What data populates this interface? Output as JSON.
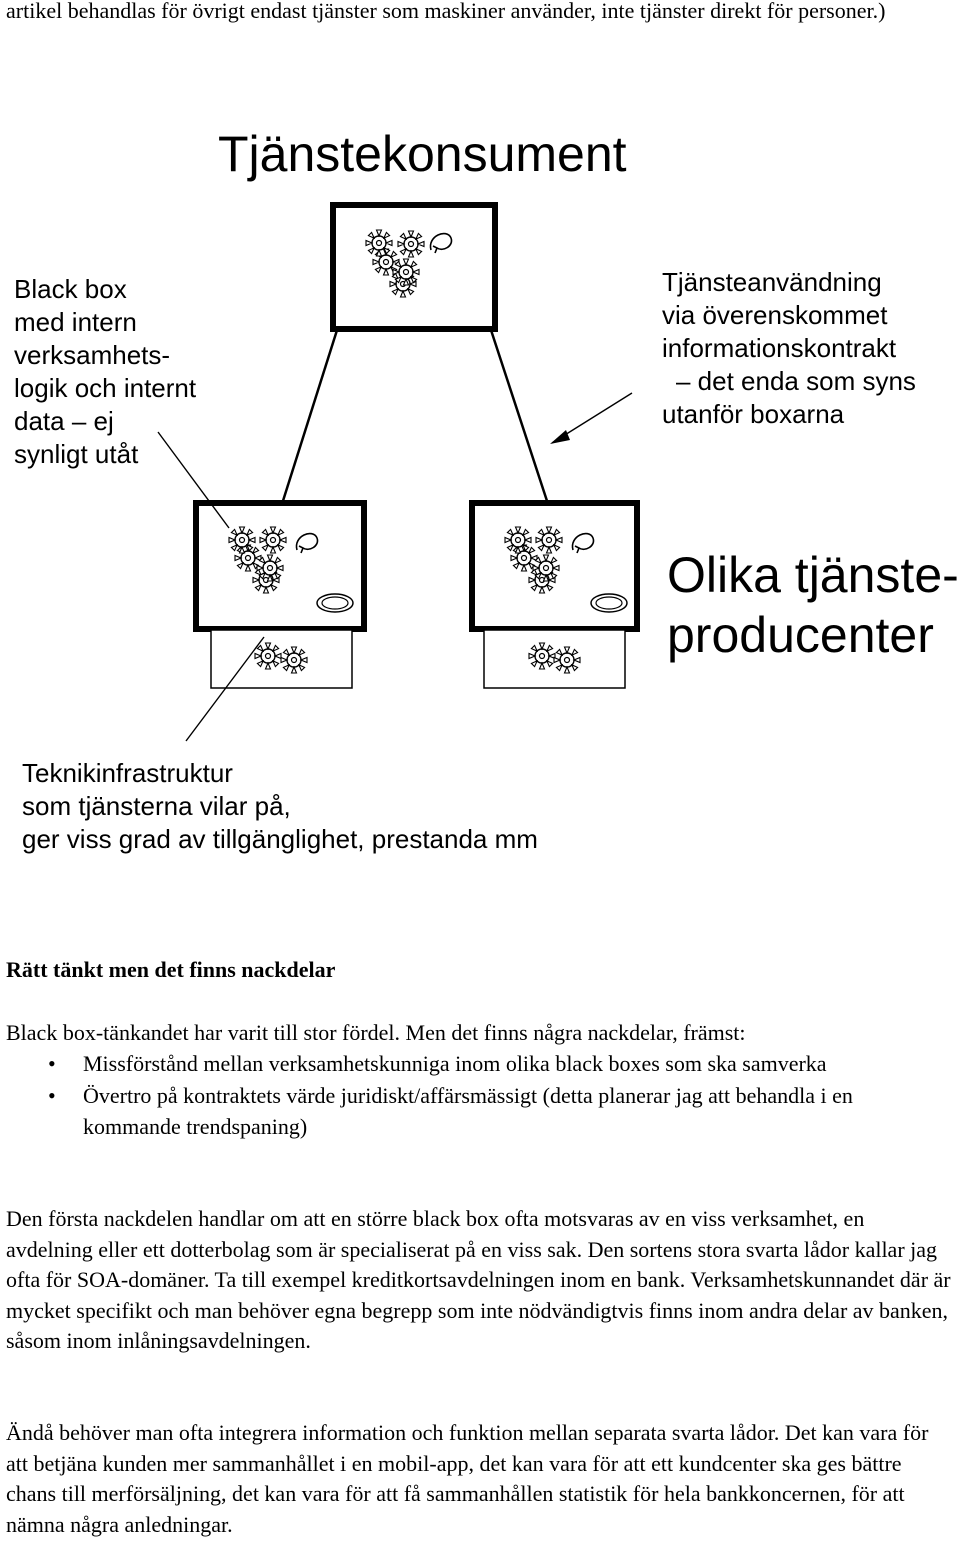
{
  "intro_text": "artikel behandlas för övrigt endast tjänster som maskiner använder, inte tjänster direkt för personer.)",
  "diagram": {
    "title": "Tjänstekonsument",
    "left_note": [
      "Black box",
      "med intern",
      "verksamhets-",
      "logik och internt",
      "data – ej",
      "synligt utåt"
    ],
    "right_note": [
      "Tjänsteanvändning",
      "via överenskommet",
      "informationskontrakt",
      "– det enda som syns",
      "utanför boxarna"
    ],
    "producers_label": [
      "Olika tjänste-",
      "producenter"
    ],
    "infra_note": [
      "Teknikinfrastruktur",
      "som tjänsterna vilar på,",
      "ger viss grad av tillgänglighet, prestanda mm"
    ]
  },
  "section_heading": "Rätt tänkt men det finns nackdelar",
  "paragraph1": "Black box-tänkandet har varit till stor fördel. Men det finns några nackdelar, främst:",
  "bullets": [
    "Missförstånd mellan verksamhetskunniga inom olika black boxes som ska samverka",
    "Övertro på kontraktets värde juridiskt/affärsmässigt (detta planerar jag att behandla i en kommande trendspaning)"
  ],
  "paragraph2": "Den första nackdelen handlar om att en större black box ofta motsvaras av en viss verksamhet, en avdelning eller ett dotterbolag som är specialiserat på en viss sak. Den sortens stora svarta lådor kallar jag ofta för SOA-domäner. Ta till exempel kreditkortsavdelningen inom en bank. Verksamhetskunnandet där är mycket specifikt och man behöver egna begrepp som inte nödvändigtvis finns inom andra delar av banken, såsom inom inlåningsavdelningen.",
  "paragraph3": "Ändå behöver man ofta integrera information och funktion mellan separata svarta lådor. Det kan vara för att betjäna kunden mer sammanhållet i en mobil-app, det kan vara för att ett kundcenter ska ges bättre chans till merförsäljning, det kan vara för att få sammanhållen statistik för hela bankkoncernen, för att nämna några anledningar."
}
